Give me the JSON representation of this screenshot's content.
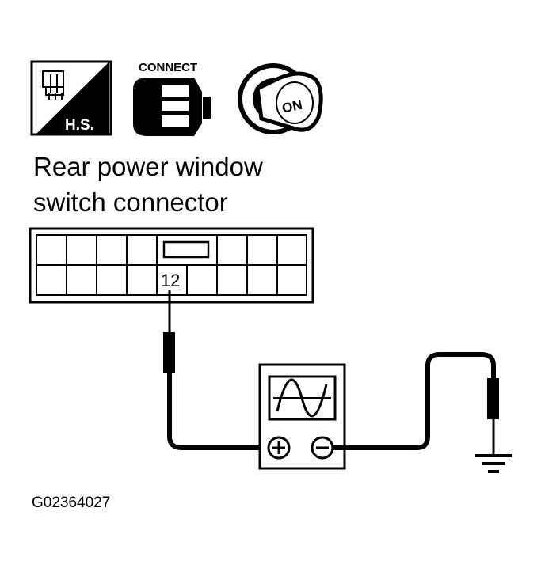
{
  "icons": {
    "harness_sign": "H.S.",
    "connect_label": "CONNECT",
    "ignition_label": "ON"
  },
  "title": {
    "line1": "Rear power window",
    "line2": "switch connector"
  },
  "connector": {
    "pin_label": "12"
  },
  "figure_code": "G02364027"
}
